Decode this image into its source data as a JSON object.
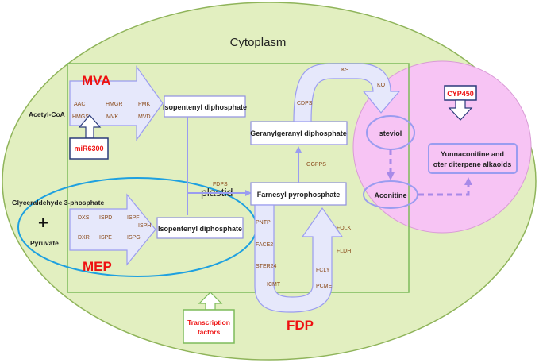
{
  "regions": {
    "cytoplasm": "Cytoplasm",
    "plastid": "plastid"
  },
  "pathways": {
    "mva": "MVA",
    "mep": "MEP",
    "fdp": "FDP"
  },
  "substrates": {
    "acetyl_coa": "Acetyl-CoA",
    "glyceraldehyde": "Glyceraldehyde 3-phosphate",
    "plus": "+",
    "pyruvate": "Pyruvate"
  },
  "boxes": {
    "ipp_mva": "Isopentenyl diphosphate",
    "ipp_mep": "Isopentenyl diphosphate",
    "ggpp": "Geranylgeranyl diphosphate",
    "fpp": "Farnesyl pyrophosphate",
    "mirna": "miR6300",
    "cyp450": "CYP450",
    "transcription_1": "Transcription",
    "transcription_2": "factors",
    "yunnaconitine_1": "Yunnaconitine and",
    "yunnaconitine_2": "oter diterpene alkaoids"
  },
  "nodes": {
    "steviol": "steviol",
    "aconitine": "Aconitine"
  },
  "enzymes": {
    "mva": [
      "AACT",
      "HMGR",
      "PMK",
      "HMGS",
      "MVK",
      "MVD"
    ],
    "mep": [
      "DXS",
      "ISPD",
      "ISPF",
      "ISPH",
      "DXR",
      "ISPE",
      "ISPG"
    ],
    "fdps": "FDPS",
    "ggpps": "GGPPS",
    "cdps": "CDPS",
    "ks": "KS",
    "ko": "KO",
    "fdp_left": [
      "PNTP",
      "FACE2",
      "STER24",
      "ICMT"
    ],
    "fdp_right": [
      "FOLK",
      "FLDH",
      "FCLY",
      "PCME"
    ]
  },
  "colors": {
    "cytoplasm_fill": "#e2efc0",
    "cytoplasm_stroke": "#8fb45a",
    "pathway_frame": "#7dbb5a",
    "arrow_fill": "#e6e8fb",
    "arrow_stroke": "#9a9cf0",
    "box_stroke": "#9090e0",
    "plastid_stroke": "#1ea0e0",
    "pink": "#f7c4f4",
    "accent_red": "#ee1111",
    "enzyme_text": "#8a4a1a"
  }
}
